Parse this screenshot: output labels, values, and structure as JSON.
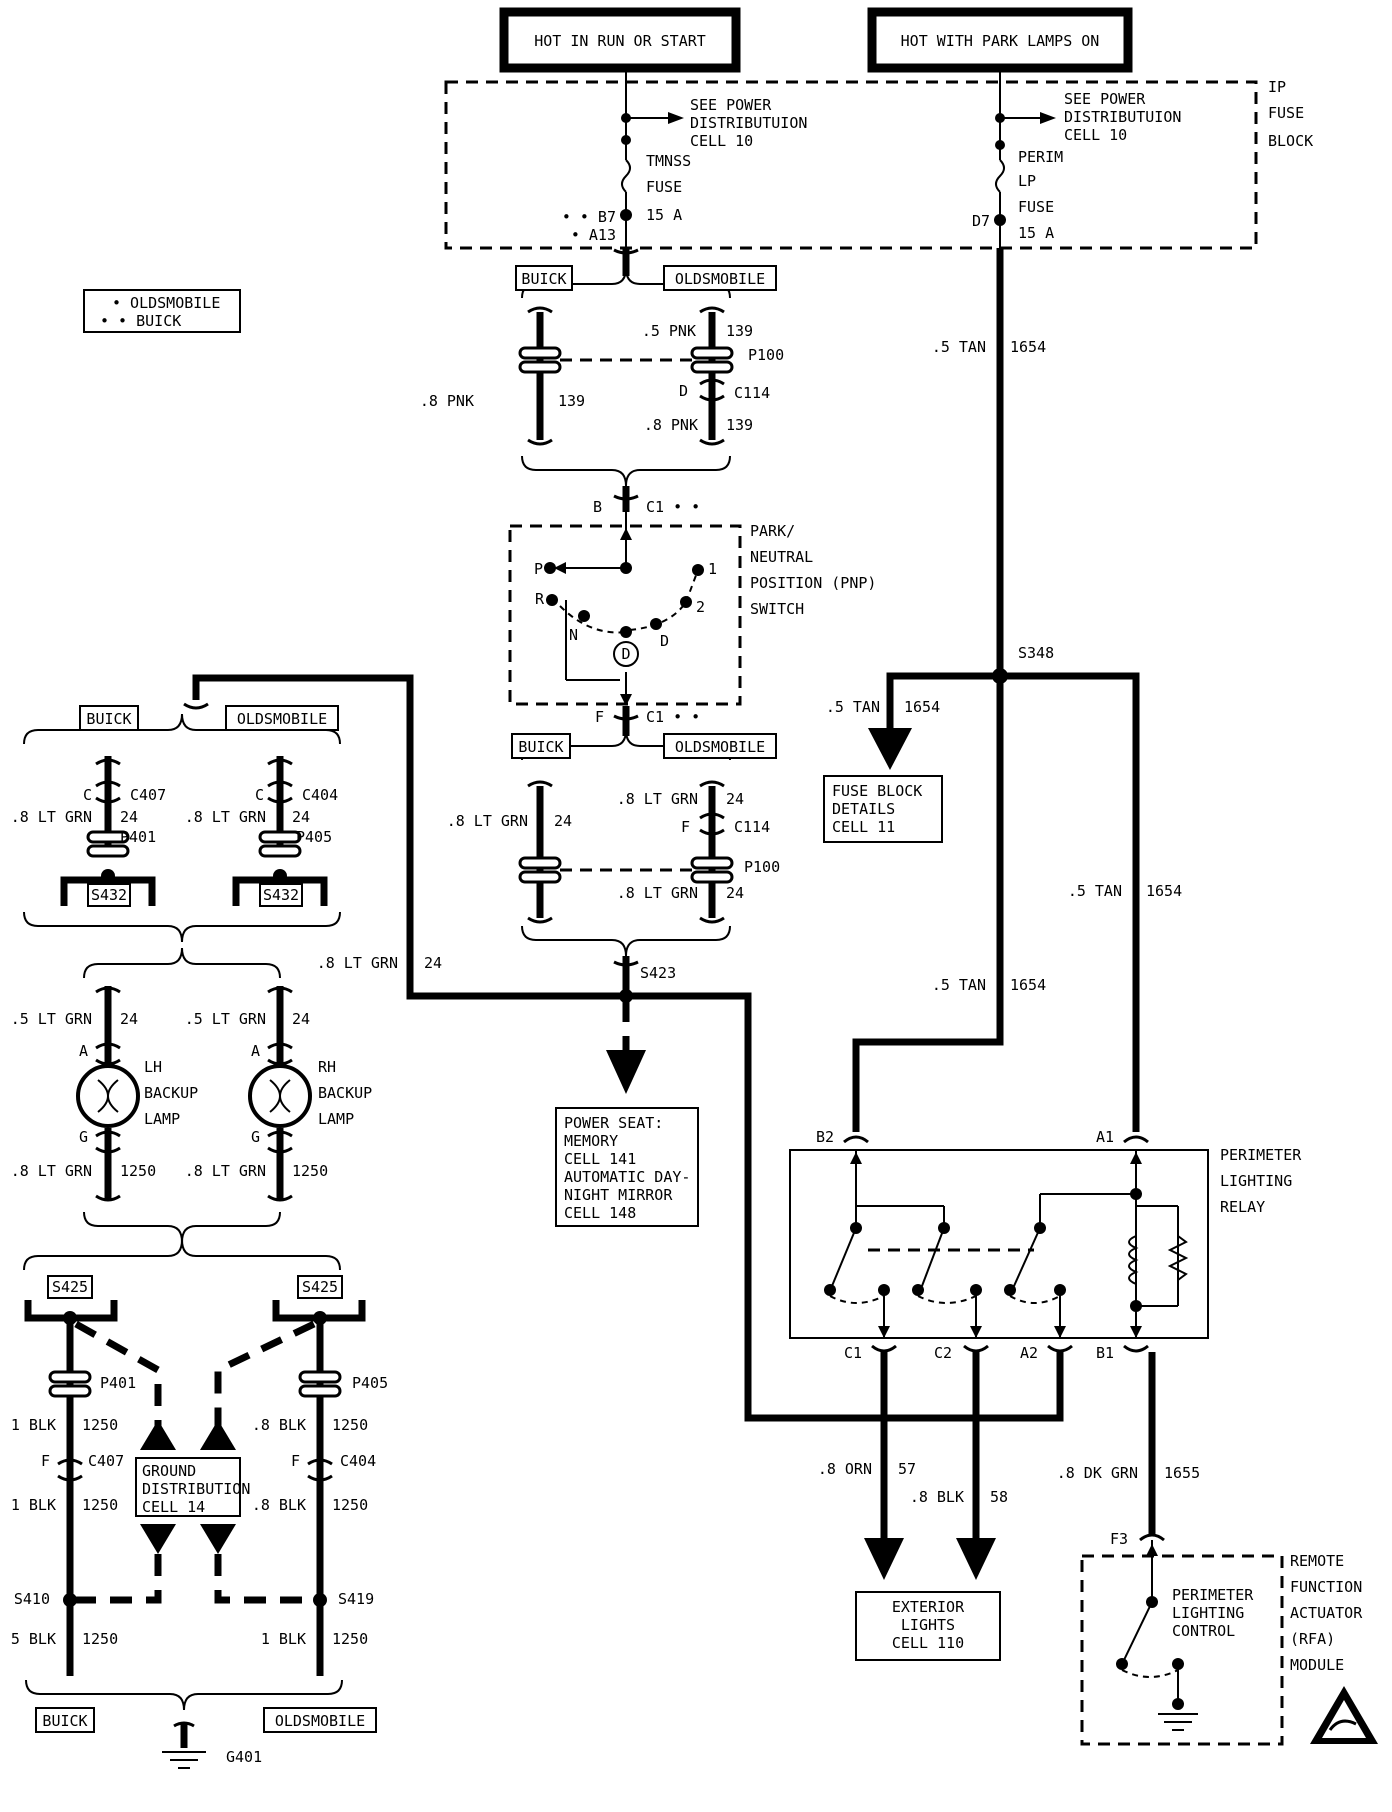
{
  "power": {
    "hot_run_start": "HOT IN RUN OR START",
    "hot_park_lamps": "HOT WITH PARK LAMPS ON"
  },
  "fuse_block": {
    "label_line1": "IP",
    "label_line2": "FUSE",
    "label_line3": "BLOCK",
    "see_power_1": "SEE POWER",
    "see_power_2": "DISTRIBUTUION",
    "see_power_3": "CELL 10",
    "tmnss_1": "TMNSS",
    "tmnss_2": "FUSE",
    "tmnss_3": "15 A",
    "tmnss_pin_b": "• • B7",
    "tmnss_pin_a": "• A13",
    "perim_1": "PERIM",
    "perim_2": "LP",
    "perim_3": "FUSE",
    "perim_4": "15 A",
    "perim_pin": "D7"
  },
  "legend": {
    "olds": "• OLDSMOBILE",
    "buick": "• • BUICK"
  },
  "labels": {
    "buick": "BUICK",
    "oldsmobile": "OLDSMOBILE"
  },
  "wires": {
    "pnk_5": ".5 PNK",
    "pnk_8": ".8 PNK",
    "n139": "139",
    "tan_5": ".5 TAN",
    "n1654": "1654",
    "ltgrn_8": ".8 LT GRN",
    "ltgrn_5": ".5 LT GRN",
    "n24": "24",
    "n1250": "1250",
    "blk_1": "1 BLK",
    "blk_8": ".8 BLK",
    "blk_5": "5 BLK",
    "orn_8": ".8 ORN",
    "n57": "57",
    "n58": "58",
    "dkgrn_8": ".8 DK GRN",
    "n1655": "1655"
  },
  "connectors": {
    "p100": "P100",
    "c114": "C114",
    "d": "D",
    "f": "F",
    "b": "B",
    "c": "C",
    "a": "A",
    "g": "G",
    "c1": "C1 • •",
    "c407": "C407",
    "c404": "C404",
    "p401": "P401",
    "p405": "P405",
    "s432": "S432",
    "s423": "S423",
    "s348": "S348",
    "s425": "S425",
    "s410": "S410",
    "s419": "S419",
    "g401": "G401",
    "b2": "B2",
    "a1": "A1",
    "c1pin": "C1",
    "c2pin": "C2",
    "a2pin": "A2",
    "b1pin": "B1",
    "f3": "F3"
  },
  "pnp": {
    "l1": "PARK/",
    "l2": "NEUTRAL",
    "l3": "POSITION (PNP)",
    "l4": "SWITCH",
    "p": "P",
    "r": "R",
    "n": "N",
    "d": "D",
    "dcircle": "D",
    "one": "1",
    "two": "2"
  },
  "fuse_details": {
    "l1": "FUSE BLOCK",
    "l2": "DETAILS",
    "l3": "CELL 11"
  },
  "power_seat": {
    "l1": "POWER SEAT:",
    "l2": "MEMORY",
    "l3": "CELL 141",
    "l4": "AUTOMATIC DAY-",
    "l5": "NIGHT MIRROR",
    "l6": "CELL 148"
  },
  "lamps": {
    "lh_1": "LH",
    "lh_2": "BACKUP",
    "lh_3": "LAMP",
    "rh_1": "RH",
    "rh_2": "BACKUP",
    "rh_3": "LAMP"
  },
  "ground_dist": {
    "l1": "GROUND",
    "l2": "DISTRIBUTION",
    "l3": "CELL 14"
  },
  "relay": {
    "l1": "PERIMETER",
    "l2": "LIGHTING",
    "l3": "RELAY"
  },
  "exterior": {
    "l1": "EXTERIOR",
    "l2": "LIGHTS",
    "l3": "CELL 110"
  },
  "rfa": {
    "l1": "REMOTE",
    "l2": "FUNCTION",
    "l3": "ACTUATOR",
    "l4": "(RFA)",
    "l5": "MODULE",
    "ctl1": "PERIMETER",
    "ctl2": "LIGHTING",
    "ctl3": "CONTROL"
  }
}
